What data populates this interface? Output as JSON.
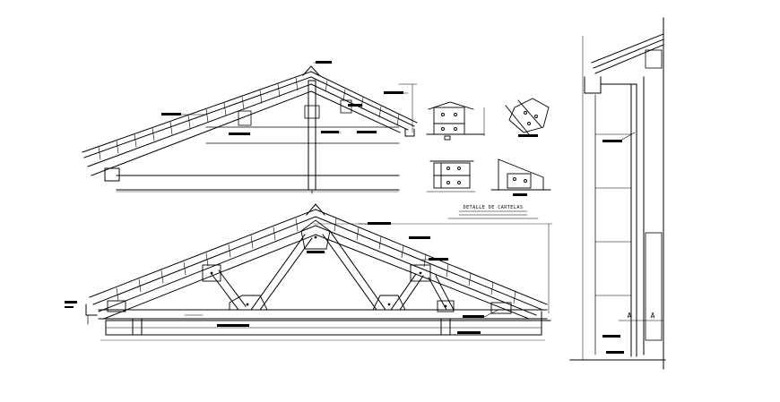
{
  "drawing": {
    "background": "#ffffff",
    "line_color": "#000000",
    "caption": "DETALLE DE CARTELAS",
    "section_marks": [
      "A",
      "A"
    ]
  }
}
